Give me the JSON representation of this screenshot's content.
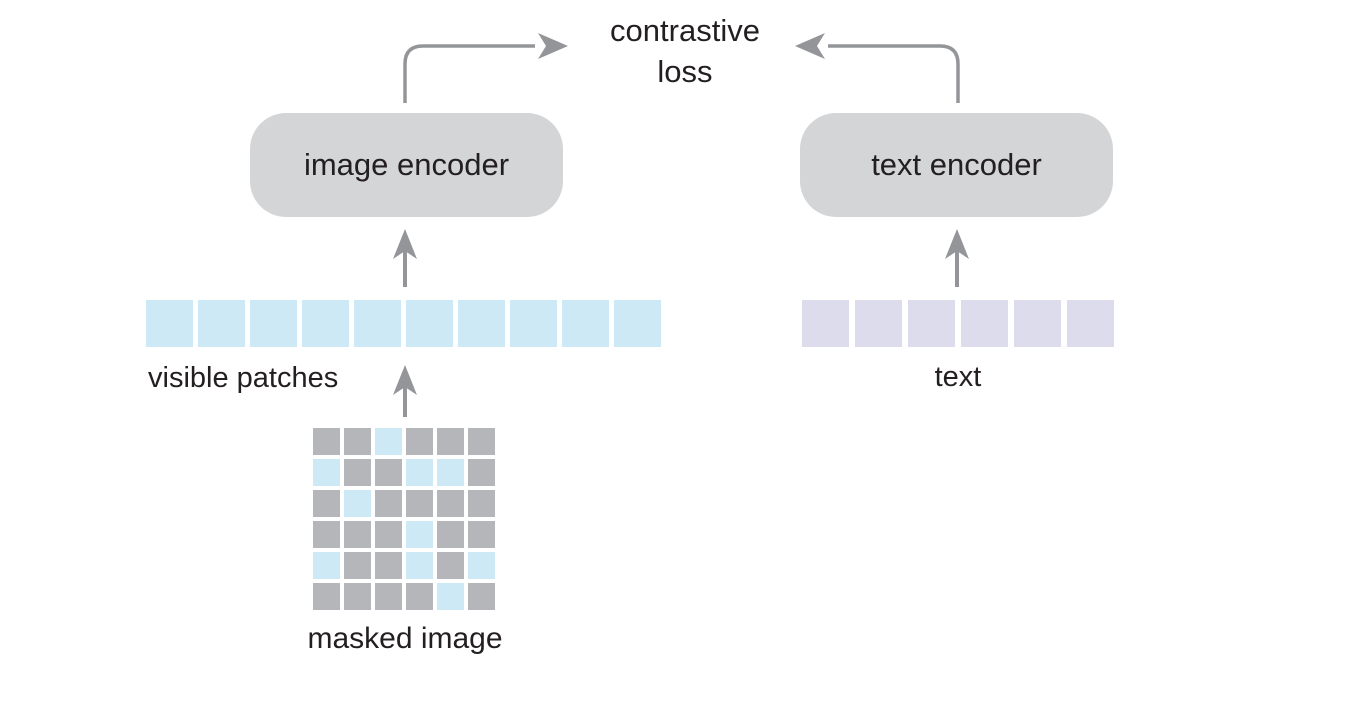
{
  "contrastive_loss": {
    "line1": "contrastive",
    "line2": "loss"
  },
  "image_encoder": {
    "label": "image encoder"
  },
  "text_encoder": {
    "label": "text encoder"
  },
  "visible_patches": {
    "label": "visible patches",
    "count": 10
  },
  "text_tokens": {
    "label": "text",
    "count": 6
  },
  "masked_image": {
    "label": "masked image",
    "rows": 6,
    "cols": 6,
    "pattern": [
      [
        "masked",
        "masked",
        "visible",
        "masked",
        "masked",
        "masked"
      ],
      [
        "visible",
        "masked",
        "masked",
        "visible",
        "visible",
        "masked"
      ],
      [
        "masked",
        "visible",
        "masked",
        "masked",
        "masked",
        "masked"
      ],
      [
        "masked",
        "masked",
        "masked",
        "visible",
        "masked",
        "masked"
      ],
      [
        "visible",
        "masked",
        "masked",
        "visible",
        "masked",
        "visible"
      ],
      [
        "masked",
        "masked",
        "masked",
        "masked",
        "visible",
        "masked"
      ]
    ]
  },
  "colors": {
    "patch_blue": "#cde9f5",
    "token_lavender": "#dcdcec",
    "masked_gray": "#b5b6b9",
    "encoder_gray": "#d4d5d7",
    "arrow_gray": "#939598",
    "text_dark": "#231f20"
  }
}
